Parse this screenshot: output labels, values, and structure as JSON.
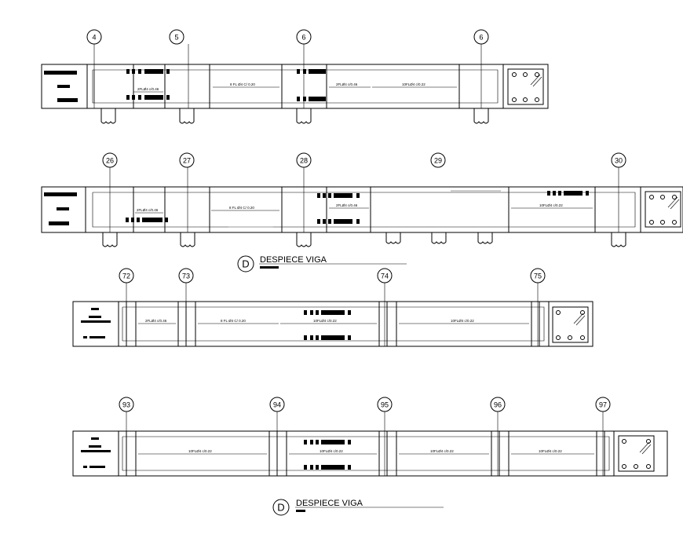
{
  "beams": [
    {
      "axes": [
        "4",
        "5",
        "6",
        "6"
      ],
      "spacing_labels": [
        "8 FL Ø4 C/ 0.20",
        "2FLØ4 c/0.46",
        "10FLØ4 c/0.22"
      ]
    },
    {
      "axes": [
        "26",
        "27",
        "28",
        "29",
        "30"
      ],
      "spacing_labels": [
        "8 FL Ø4 C/ 0.20",
        "2FLØ4 c/0.46",
        "10FLØ4 c/0.22"
      ]
    },
    {
      "axes": [
        "72",
        "73",
        "74",
        "75"
      ],
      "spacing_labels": [
        "2FLØ4 c/0.46",
        "8 FL Ø4 C/ 0.20",
        "10FLØ4 c/0.22",
        "10FLØ4 c/0.22"
      ]
    },
    {
      "axes": [
        "93",
        "94",
        "95",
        "96",
        "97"
      ],
      "spacing_labels": [
        "10FLØ4 c/0.22",
        "10FLØ4 c/0.22",
        "10FLØ4 c/0.22",
        "10FLØ4 c/0.22"
      ]
    }
  ],
  "titles": [
    {
      "mark": "D",
      "text": "DESPIECE VIGA"
    },
    {
      "mark": "D",
      "text": "DESPIECE VIGA"
    }
  ]
}
